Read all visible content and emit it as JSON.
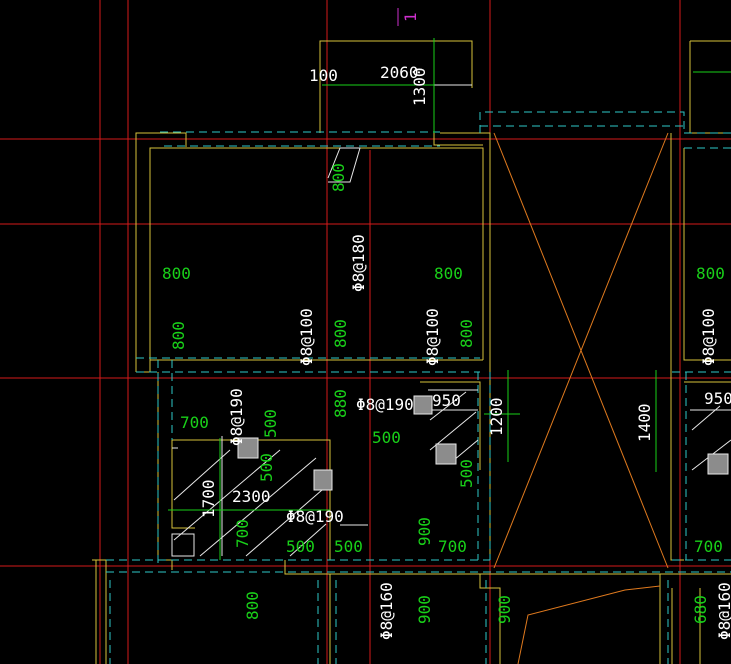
{
  "drawing": {
    "background": "#000000",
    "colors": {
      "grid": "#d41a1a",
      "wall": "#d6c23a",
      "dashed": "#2ec7c7",
      "dimension": "#19d019",
      "text": "#ffffff",
      "stair": "#e07a1e",
      "marker": "#cc2fcc"
    },
    "marker_text": "1",
    "labels": {
      "dim_100": "100",
      "dim_2060": "2060",
      "dim_1300": "1300",
      "dim_800_a": "800",
      "rebar_180": "Φ8@180",
      "dim_800_b": "800",
      "dim_800_c": "800",
      "dim_800_d": "800",
      "rebar_100_a": "Φ8@100",
      "dim_800_e": "800",
      "rebar_100_b": "Φ8@100",
      "dim_800_f": "800",
      "dim_800_g": "800",
      "rebar_100_c": "Φ8@100",
      "dim_700_a": "700",
      "rebar_190_a": "Φ8@190",
      "dim_500_a": "500",
      "dim_880": "880",
      "rebar_190_b": "Φ8@190",
      "dim_950_a": "950",
      "dim_500_b": "500",
      "dim_1200": "1200",
      "dim_1400": "1400",
      "dim_950_b": "950",
      "dim_500_c": "500",
      "dim_500_d": "500",
      "dim_1700": "1700",
      "dim_2300": "2300",
      "rebar_190_c": "Φ8@190",
      "dim_700_b": "700",
      "dim_500_e": "500",
      "dim_500_f": "500",
      "dim_900_a": "900",
      "dim_700_c": "700",
      "dim_700_d": "700",
      "dim_800_h": "800",
      "rebar_160_a": "Φ8@160",
      "dim_900_b": "900",
      "dim_900_c": "900",
      "dim_680": "680",
      "rebar_160_b": "Φ8@160"
    }
  }
}
